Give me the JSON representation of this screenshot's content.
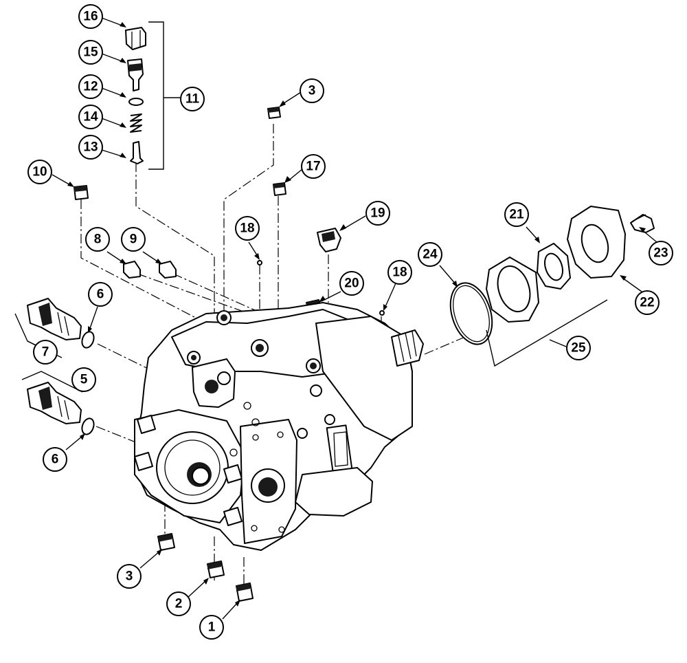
{
  "diagram": {
    "callouts": [
      "16",
      "15",
      "12",
      "14",
      "13",
      "11",
      "3",
      "17",
      "10",
      "18",
      "19",
      "8",
      "9",
      "20",
      "18",
      "24",
      "21",
      "23",
      "22",
      "6",
      "7",
      "5",
      "6",
      "25",
      "3",
      "2",
      "1"
    ]
  },
  "colors": {
    "ink": "#000000",
    "paper": "#ffffff"
  }
}
